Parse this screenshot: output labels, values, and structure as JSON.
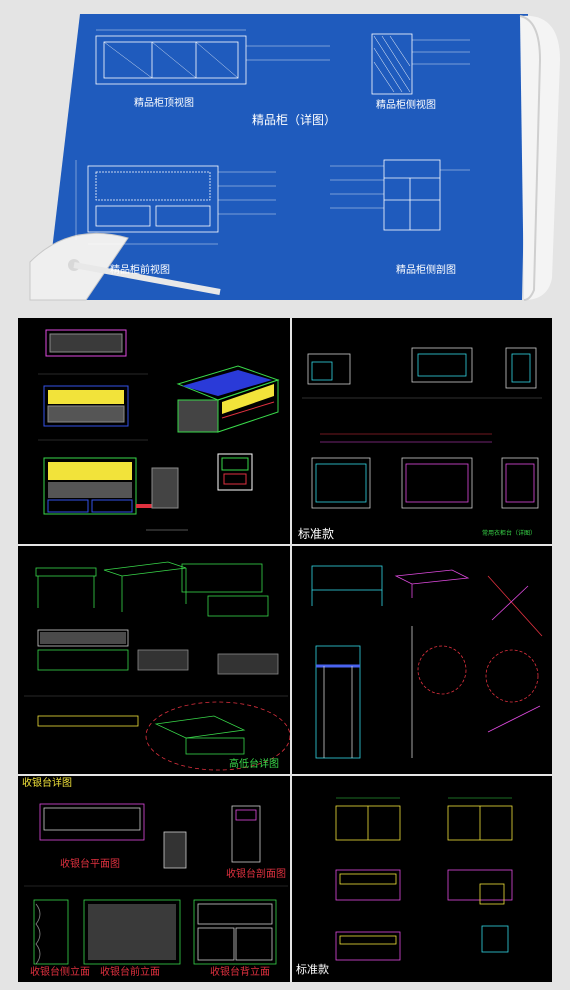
{
  "blueprint": {
    "main_title": "精品柜（详图）",
    "top_view": "精品柜顶视图",
    "side_view": "精品柜侧视图",
    "front_view": "精品柜前视图",
    "section_view": "精品柜侧剖图"
  },
  "panels": {
    "standard_top": "标准款",
    "common_combo": "常用衣柜台（详图）",
    "high_low": "高低台详图",
    "cashier_title": "收银台详图",
    "cashier_plan": "收银台平面图",
    "cashier_section": "收银台剖面图",
    "cashier_side": "收银台侧立面",
    "cashier_front": "收银台前立面",
    "cashier_back": "收银台背立面",
    "standard_bottom": "标准款"
  },
  "colors": {
    "blueprint": "#1f5bbd",
    "panel_bg": "#000000",
    "yellow": "#f2e33a",
    "red": "#e0313f",
    "cyan": "#33d9e6",
    "magenta": "#e04ae0",
    "green": "#39d94a"
  }
}
